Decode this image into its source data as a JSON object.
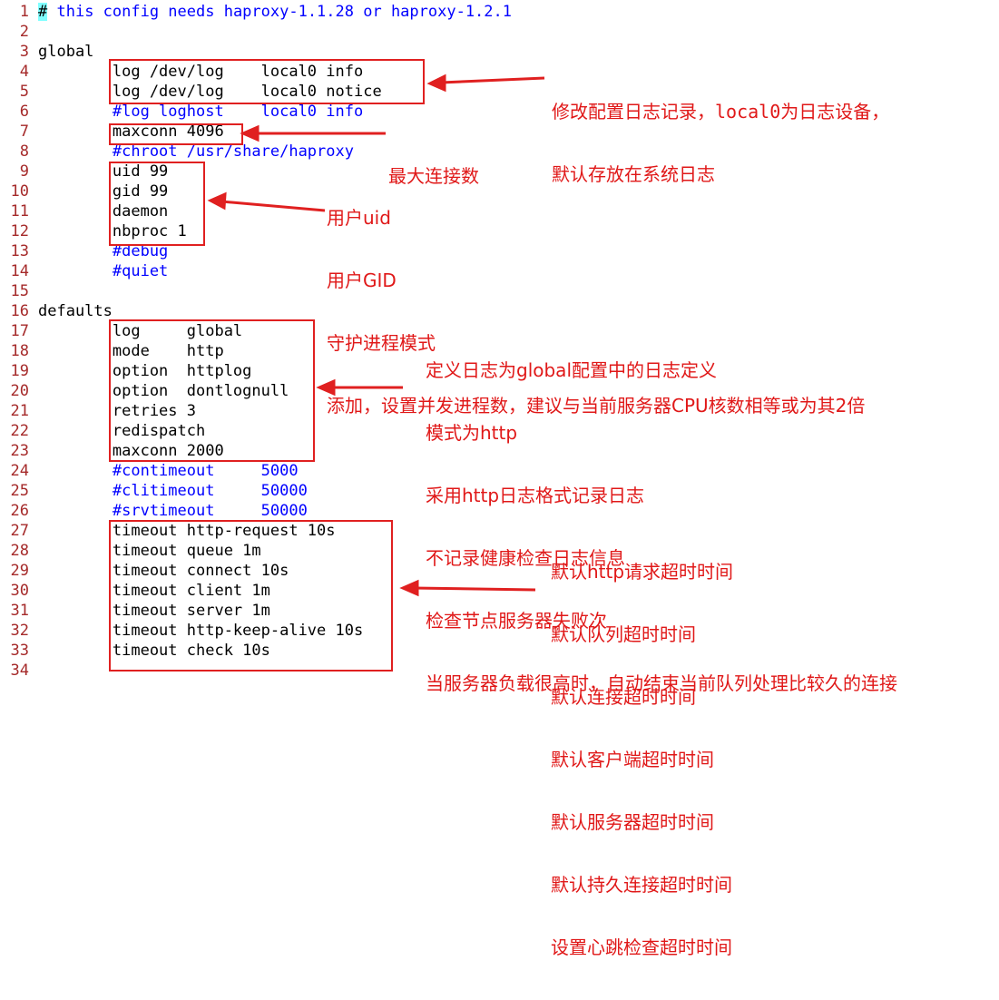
{
  "editor": {
    "cursor_char": "#",
    "lines": [
      {
        "n": "1",
        "text": " this config needs haproxy-1.1.28 or haproxy-1.2.1",
        "type": "comment-first"
      },
      {
        "n": "2",
        "text": "",
        "type": "code"
      },
      {
        "n": "3",
        "text": "global",
        "type": "code"
      },
      {
        "n": "4",
        "text": "        log /dev/log    local0 info",
        "type": "code"
      },
      {
        "n": "5",
        "text": "        log /dev/log    local0 notice",
        "type": "code"
      },
      {
        "n": "6",
        "text": "        #log loghost    local0 info",
        "type": "comment"
      },
      {
        "n": "7",
        "text": "        maxconn 4096",
        "type": "code"
      },
      {
        "n": "8",
        "text": "        #chroot /usr/share/haproxy",
        "type": "comment"
      },
      {
        "n": "9",
        "text": "        uid 99",
        "type": "code"
      },
      {
        "n": "10",
        "text": "        gid 99",
        "type": "code"
      },
      {
        "n": "11",
        "text": "        daemon",
        "type": "code"
      },
      {
        "n": "12",
        "text": "        nbproc 1",
        "type": "code"
      },
      {
        "n": "13",
        "text": "        #debug",
        "type": "comment"
      },
      {
        "n": "14",
        "text": "        #quiet",
        "type": "comment"
      },
      {
        "n": "15",
        "text": "",
        "type": "code"
      },
      {
        "n": "16",
        "text": "defaults",
        "type": "code"
      },
      {
        "n": "17",
        "text": "        log     global",
        "type": "code"
      },
      {
        "n": "18",
        "text": "        mode    http",
        "type": "code"
      },
      {
        "n": "19",
        "text": "        option  httplog",
        "type": "code"
      },
      {
        "n": "20",
        "text": "        option  dontlognull",
        "type": "code"
      },
      {
        "n": "21",
        "text": "        retries 3",
        "type": "code"
      },
      {
        "n": "22",
        "text": "        redispatch",
        "type": "code"
      },
      {
        "n": "23",
        "text": "        maxconn 2000",
        "type": "code"
      },
      {
        "n": "24",
        "text": "        #contimeout     5000",
        "type": "comment"
      },
      {
        "n": "25",
        "text": "        #clitimeout     50000",
        "type": "comment"
      },
      {
        "n": "26",
        "text": "        #srvtimeout     50000",
        "type": "comment"
      },
      {
        "n": "27",
        "text": "        timeout http-request 10s",
        "type": "code"
      },
      {
        "n": "28",
        "text": "        timeout queue 1m",
        "type": "code"
      },
      {
        "n": "29",
        "text": "        timeout connect 10s",
        "type": "code"
      },
      {
        "n": "30",
        "text": "        timeout client 1m",
        "type": "code"
      },
      {
        "n": "31",
        "text": "        timeout server 1m",
        "type": "code"
      },
      {
        "n": "32",
        "text": "        timeout http-keep-alive 10s",
        "type": "code"
      },
      {
        "n": "33",
        "text": "        timeout check 10s",
        "type": "code"
      },
      {
        "n": "34",
        "text": "",
        "type": "code"
      }
    ]
  },
  "annotations": {
    "log": [
      "修改配置日志记录，local0为日志设备，",
      "默认存放在系统日志"
    ],
    "maxconn": [
      "最大连接数"
    ],
    "process": [
      "用户uid",
      "用户GID",
      "守护进程模式",
      "添加，设置并发进程数，建议与当前服务器CPU核数相等或为其2倍"
    ],
    "defaults": [
      "定义日志为global配置中的日志定义",
      "模式为http",
      "采用http日志格式记录日志",
      "不记录健康检查日志信息",
      "检查节点服务器失败次",
      "当服务器负载很高时，自动结束当前队列处理比较久的连接"
    ],
    "timeouts": [
      "默认http请求超时时间",
      "默认队列超时时间",
      "默认连接超时时间",
      "默认客户端超时时间",
      "默认服务器超时时间",
      "默认持久连接超时时间",
      "设置心跳检查超时时间"
    ]
  },
  "colors": {
    "annotation": "#e01818",
    "comment": "#0000ff",
    "line_number": "#a52a2a",
    "cursor": "#80ffff"
  }
}
